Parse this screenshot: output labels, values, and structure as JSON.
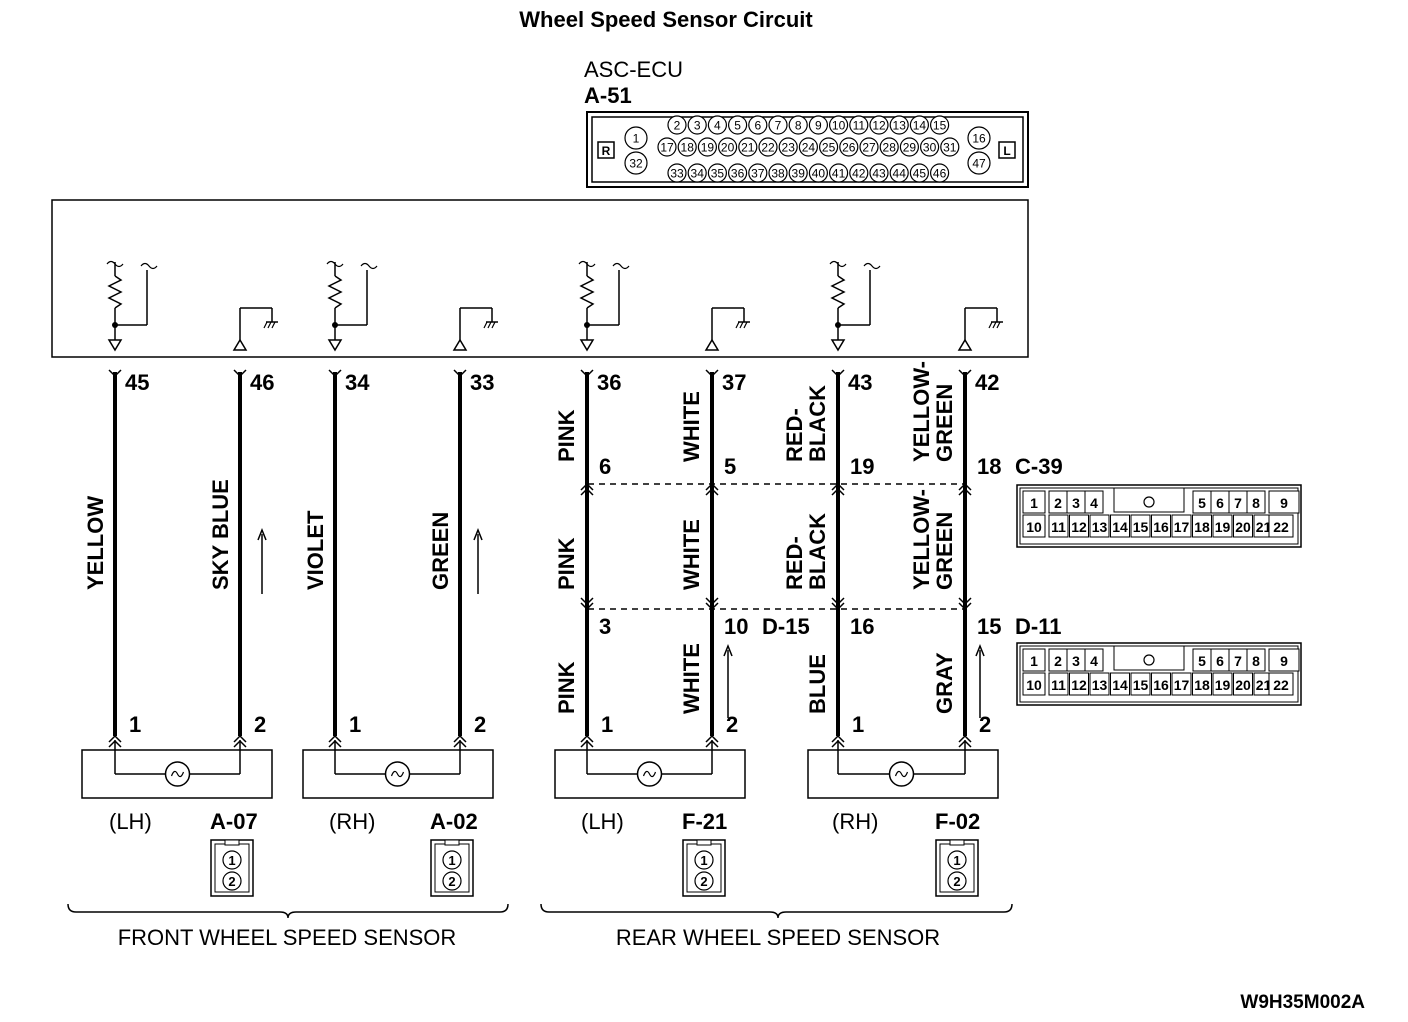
{
  "title": "Wheel Speed Sensor Circuit",
  "ecu": {
    "name": "ASC-ECU",
    "connector": "A-51",
    "side_right": "R",
    "side_left": "L",
    "pins_left": [
      "1",
      "32"
    ],
    "pins_row1": [
      "2",
      "3",
      "4",
      "5",
      "6",
      "7",
      "8",
      "9",
      "10",
      "11",
      "12",
      "13",
      "14",
      "15"
    ],
    "pins_row2": [
      "17",
      "18",
      "19",
      "20",
      "21",
      "22",
      "23",
      "24",
      "25",
      "26",
      "27",
      "28",
      "29",
      "30",
      "31"
    ],
    "pins_row3": [
      "33",
      "34",
      "35",
      "36",
      "37",
      "38",
      "39",
      "40",
      "41",
      "42",
      "43",
      "44",
      "45",
      "46"
    ],
    "pins_right": [
      "16",
      "47"
    ]
  },
  "circuits": [
    {
      "ecu_pin": "45",
      "color": "YELLOW",
      "sensor_pin": "1"
    },
    {
      "ecu_pin": "46",
      "color": "SKY BLUE",
      "sensor_pin": "2"
    },
    {
      "ecu_pin": "34",
      "color": "VIOLET",
      "sensor_pin": "1"
    },
    {
      "ecu_pin": "33",
      "color": "GREEN",
      "sensor_pin": "2"
    },
    {
      "ecu_pin": "36",
      "color_top": "PINK",
      "c39_pin": "6",
      "color_mid": "PINK",
      "d_pin": "3",
      "color_bot": "PINK",
      "sensor_pin": "1"
    },
    {
      "ecu_pin": "37",
      "color_top": "WHITE",
      "c39_pin": "5",
      "color_mid": "WHITE",
      "d_pin": "10",
      "color_bot": "WHITE",
      "sensor_pin": "2"
    },
    {
      "ecu_pin": "43",
      "color_top": [
        "RED-",
        "BLACK"
      ],
      "c39_pin": "19",
      "color_mid": [
        "RED-",
        "BLACK"
      ],
      "d_pin": "16",
      "color_bot": "BLUE",
      "sensor_pin": "1"
    },
    {
      "ecu_pin": "42",
      "color_top": [
        "YELLOW-",
        "GREEN"
      ],
      "c39_pin": "18",
      "color_mid": [
        "YELLOW-",
        "GREEN"
      ],
      "d_pin": "15",
      "color_bot": "GRAY",
      "sensor_pin": "2"
    }
  ],
  "junctions": {
    "c39": "C-39",
    "d15": "D-15",
    "d11": "D-11"
  },
  "junction_pins": {
    "top": [
      "1",
      "2",
      "3",
      "4",
      "5",
      "6",
      "7",
      "8",
      "9"
    ],
    "bottom": [
      "10",
      "11",
      "12",
      "13",
      "14",
      "15",
      "16",
      "17",
      "18",
      "19",
      "20",
      "21",
      "22"
    ]
  },
  "sensors": [
    {
      "side": "(LH)",
      "connector": "A-07"
    },
    {
      "side": "(RH)",
      "connector": "A-02"
    },
    {
      "side": "(LH)",
      "connector": "F-21"
    },
    {
      "side": "(RH)",
      "connector": "F-02"
    }
  ],
  "sensor_connector_pins": [
    "1",
    "2"
  ],
  "groups": {
    "front": "FRONT WHEEL SPEED SENSOR",
    "rear": "REAR WHEEL SPEED SENSOR"
  },
  "code": "W9H35M002A"
}
